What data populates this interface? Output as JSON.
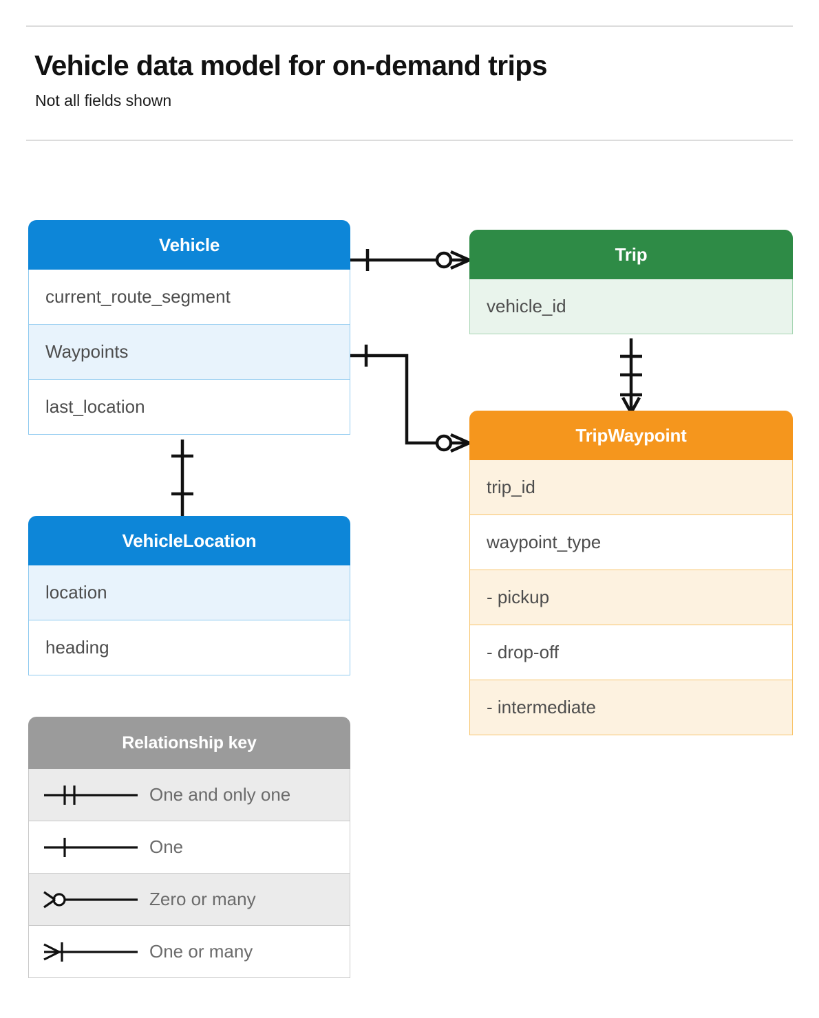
{
  "header": {
    "title": "Vehicle data model for on-demand trips",
    "subtitle": "Not all fields shown"
  },
  "colors": {
    "blue": "#0d86d8",
    "blue_row_alt": "#e8f3fc",
    "blue_border": "#8fcaf0",
    "green": "#2e8b46",
    "green_row_alt": "#e9f4ec",
    "green_border": "#a8d6b4",
    "orange": "#f5961d",
    "orange_row_alt": "#fdf2e0",
    "orange_border": "#f8c46a",
    "gray": "#9b9b9b",
    "gray_row_alt": "#ebebeb",
    "line": "#111111",
    "rule": "#dcdcdc",
    "field_text": "#4d4d4d"
  },
  "entities": {
    "vehicle": {
      "name": "Vehicle",
      "fields": [
        {
          "label": "current_route_segment",
          "highlighted": false
        },
        {
          "label": "Waypoints",
          "highlighted": true
        },
        {
          "label": "last_location",
          "highlighted": false
        }
      ]
    },
    "vehicle_location": {
      "name": "VehicleLocation",
      "fields": [
        {
          "label": "location",
          "highlighted": true
        },
        {
          "label": "heading",
          "highlighted": false
        }
      ]
    },
    "trip": {
      "name": "Trip",
      "fields": [
        {
          "label": "vehicle_id",
          "highlighted": true
        }
      ]
    },
    "trip_waypoint": {
      "name": "TripWaypoint",
      "fields": [
        {
          "label": "trip_id",
          "highlighted": true
        },
        {
          "label": "waypoint_type",
          "highlighted": false
        },
        {
          "label": "-  pickup",
          "highlighted": true
        },
        {
          "label": "-  drop-off",
          "highlighted": false
        },
        {
          "label": "-  intermediate",
          "highlighted": true
        }
      ]
    }
  },
  "legend": {
    "title": "Relationship key",
    "items": [
      {
        "label": "One and only one",
        "symbol": "one-and-only-one-symbol"
      },
      {
        "label": "One",
        "symbol": "one-symbol"
      },
      {
        "label": "Zero or many",
        "symbol": "zero-or-many-symbol"
      },
      {
        "label": "One or many",
        "symbol": "one-or-many-symbol"
      }
    ]
  },
  "relationships": [
    {
      "from": "Vehicle",
      "to": "Trip",
      "from_cardinality": "One",
      "to_cardinality": "Zero or many"
    },
    {
      "from": "Vehicle.Waypoints",
      "to": "TripWaypoint",
      "from_cardinality": "One",
      "to_cardinality": "Zero or many"
    },
    {
      "from": "Trip",
      "to": "TripWaypoint",
      "from_cardinality": "One and only one",
      "to_cardinality": "One or many"
    },
    {
      "from": "Vehicle",
      "to": "VehicleLocation",
      "from_cardinality": "One",
      "to_cardinality": "One"
    }
  ]
}
